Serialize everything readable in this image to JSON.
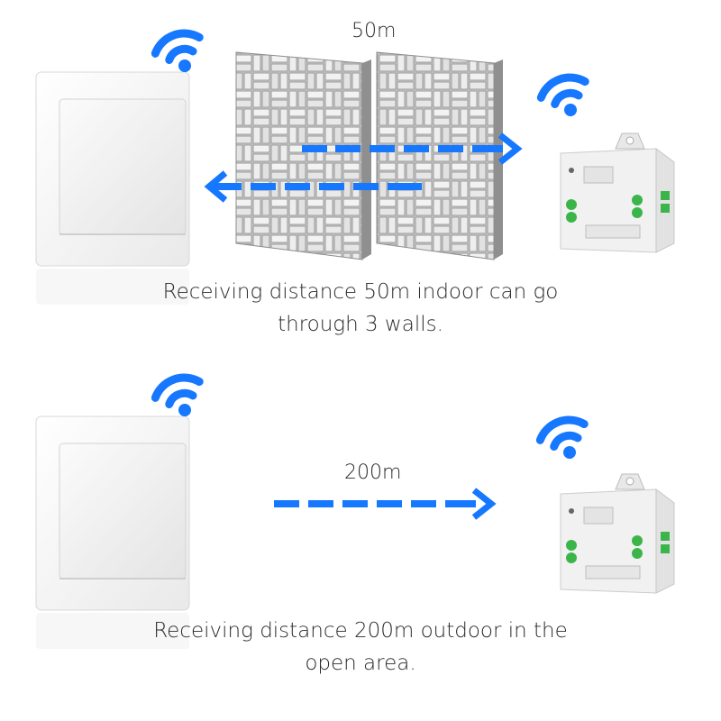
{
  "top": {
    "distance_label": "50m",
    "caption_line1": "Receiving distance 50m indoor can go",
    "caption_line2": "through 3 walls."
  },
  "bottom": {
    "distance_label": "200m",
    "caption_line1": "Receiving distance 200m outdoor in the",
    "caption_line2": "open area."
  },
  "colors": {
    "signal_blue": "#1677ff",
    "device_white": "#f5f5f5",
    "terminal_green": "#3bb54a",
    "wall_gray": "#b9b9b9"
  },
  "icons": [
    "wifi-signal-icon",
    "arrow-right-icon",
    "arrow-left-icon"
  ]
}
